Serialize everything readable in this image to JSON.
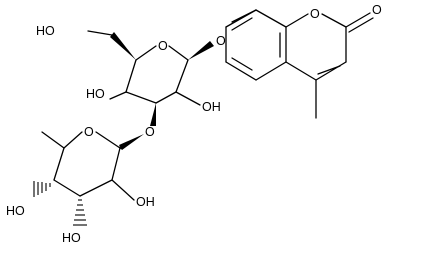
{
  "molecule": {
    "atom_labels": {
      "o_pyr_gal": "O",
      "o_glyc_aglycone": "O",
      "o_coum_ring": "O",
      "o_carbonyl": "O",
      "o_glyc_link": "O",
      "o_pyr_rha": "O",
      "oh_c6": "HO",
      "oh_c4": "HO",
      "oh_c2": "OH",
      "oh_rha_c2": "OH",
      "oh_rha_c3": "HO",
      "oh_rha_c4": "HO"
    }
  }
}
